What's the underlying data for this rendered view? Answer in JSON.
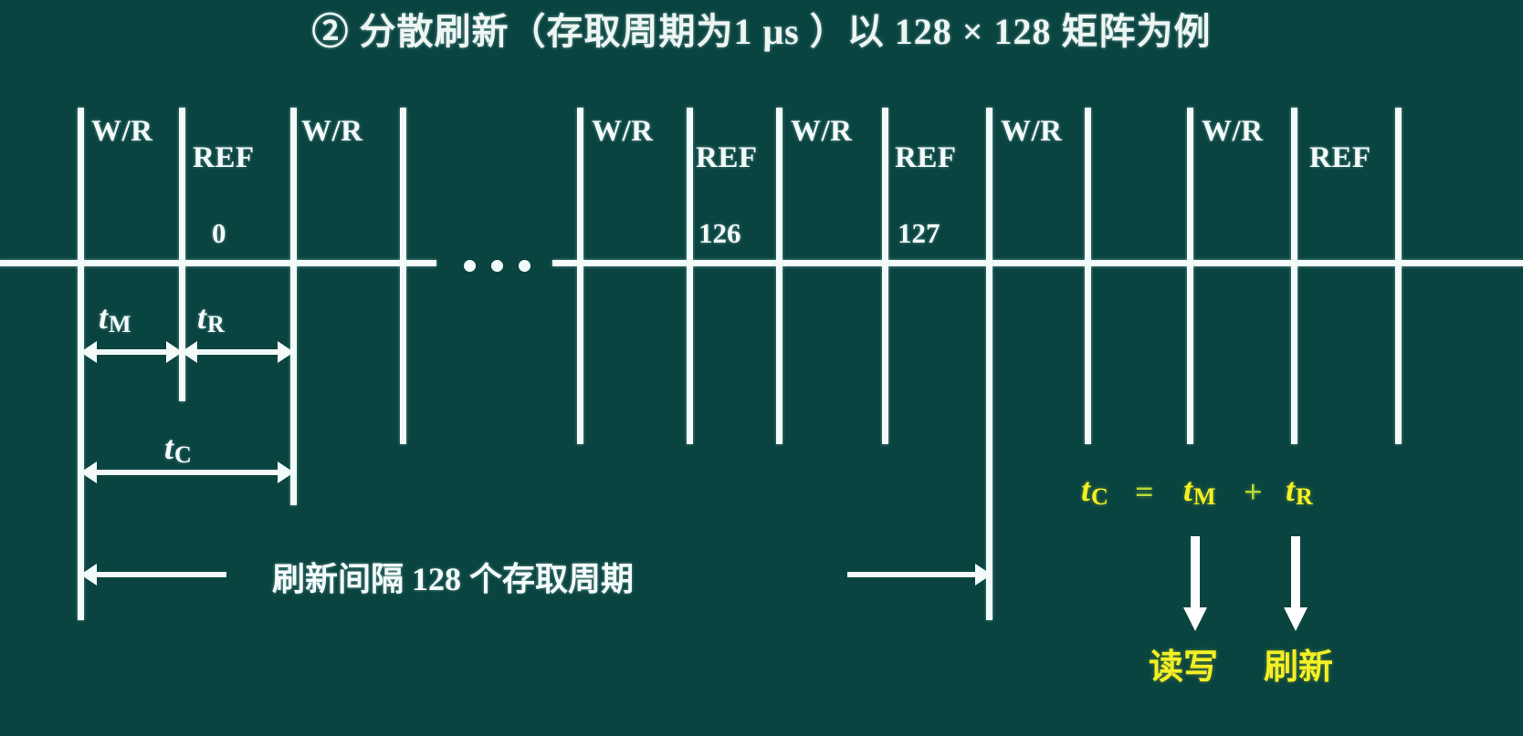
{
  "theme": {
    "background": "#0a4441",
    "line_color": "#f2fbf9",
    "text_color": "#f4fbfa",
    "accent_yellow": "#f5f024",
    "accent_green": "#b6d93a"
  },
  "title": "② 分散刷新（存取周期为1 μs ）以 128 × 128 矩阵为例",
  "diagram": {
    "ellipsis": "•••",
    "slots": [
      {
        "label": "W/R",
        "index": ""
      },
      {
        "label": "REF",
        "index": "0"
      },
      {
        "label": "W/R",
        "index": ""
      },
      {
        "label": "W/R",
        "index": ""
      },
      {
        "label": "REF",
        "index": "126"
      },
      {
        "label": "W/R",
        "index": ""
      },
      {
        "label": "REF",
        "index": "127"
      },
      {
        "label": "W/R",
        "index": ""
      },
      {
        "label": "W/R",
        "index": ""
      },
      {
        "label": "REF",
        "index": ""
      }
    ],
    "timing": {
      "t_memory": {
        "base": "t",
        "sub": "M"
      },
      "t_refresh": {
        "base": "t",
        "sub": "R"
      },
      "t_cycle": {
        "base": "t",
        "sub": "C"
      }
    },
    "interval_caption": "刷新间隔  128 个存取周期"
  },
  "formula": {
    "t_cycle": {
      "base": "t",
      "sub": "C"
    },
    "equals": "=",
    "t_memory": {
      "base": "t",
      "sub": "M"
    },
    "plus": "+",
    "t_refresh": {
      "base": "t",
      "sub": "R"
    },
    "annotation_read_write": "读写",
    "annotation_refresh": "刷新"
  }
}
